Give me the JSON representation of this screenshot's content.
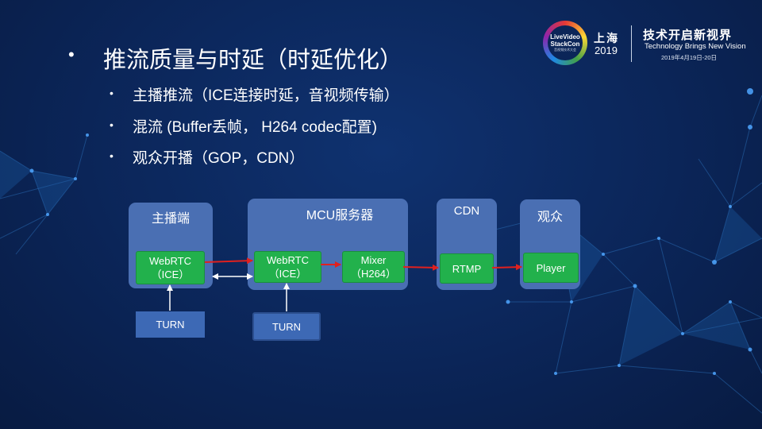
{
  "header": {
    "logo_line1": "LiveVideo",
    "logo_line2": "StackCon",
    "logo_sub": "音视频技术大会",
    "city": "上海",
    "year": "2019",
    "slogan_cn": "技术开启新视界",
    "slogan_en": "Technology Brings New Vision",
    "date": "2019年4月19日-20日"
  },
  "title": "推流质量与时延（时延优化）",
  "bullets": [
    "主播推流（ICE连接时延，音视频传输）",
    "混流 (Buffer丢帧， H264 codec配置)",
    "观众开播（GOP，CDN）"
  ],
  "diagram": {
    "anchor": {
      "label": "主播端",
      "webrtc": "WebRTC",
      "ice": "（ICE）"
    },
    "mcu": {
      "label": "MCU服务器",
      "webrtc": "WebRTC",
      "ice": "（ICE）",
      "mixer": "Mixer",
      "h264": "（H264）"
    },
    "cdn": {
      "label": "CDN",
      "rtmp": "RTMP"
    },
    "viewer": {
      "label": "观众",
      "player": "Player"
    },
    "turn_left": "TURN",
    "turn_right": "TURN"
  },
  "colors": {
    "background": "#0b2558",
    "group_box": "#4a6fb3",
    "component_box": "#22b14c",
    "turn_box": "#3d69b5",
    "flow_arrow": "#e0201e",
    "link_arrow": "#ffffff"
  }
}
